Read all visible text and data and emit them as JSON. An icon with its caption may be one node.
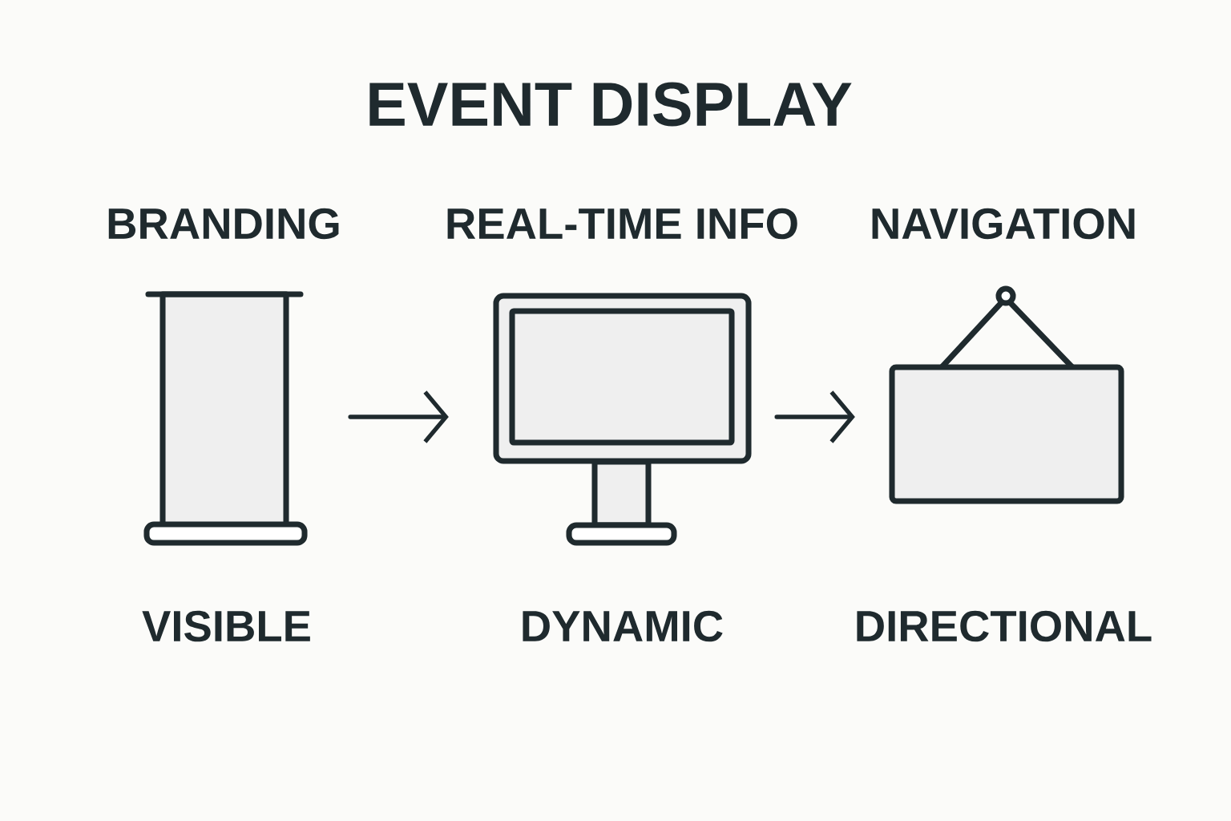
{
  "diagram": {
    "title": "EVENT DISPLAY",
    "nodes": [
      {
        "text": [
          "BRANDING"
        ],
        "beside": [
          "VISIBLE"
        ]
      },
      {
        "text": [
          "REAL-TIME INFO"
        ],
        "beside": [
          "DYNAMIC"
        ]
      },
      {
        "text": [
          "NAVIGATION"
        ],
        "beside": [
          "DIRECTIONAL"
        ]
      }
    ],
    "edges": [
      {
        "from": 0,
        "to": 1,
        "arrow": "to"
      },
      {
        "from": 1,
        "to": 2,
        "arrow": "to"
      }
    ]
  }
}
